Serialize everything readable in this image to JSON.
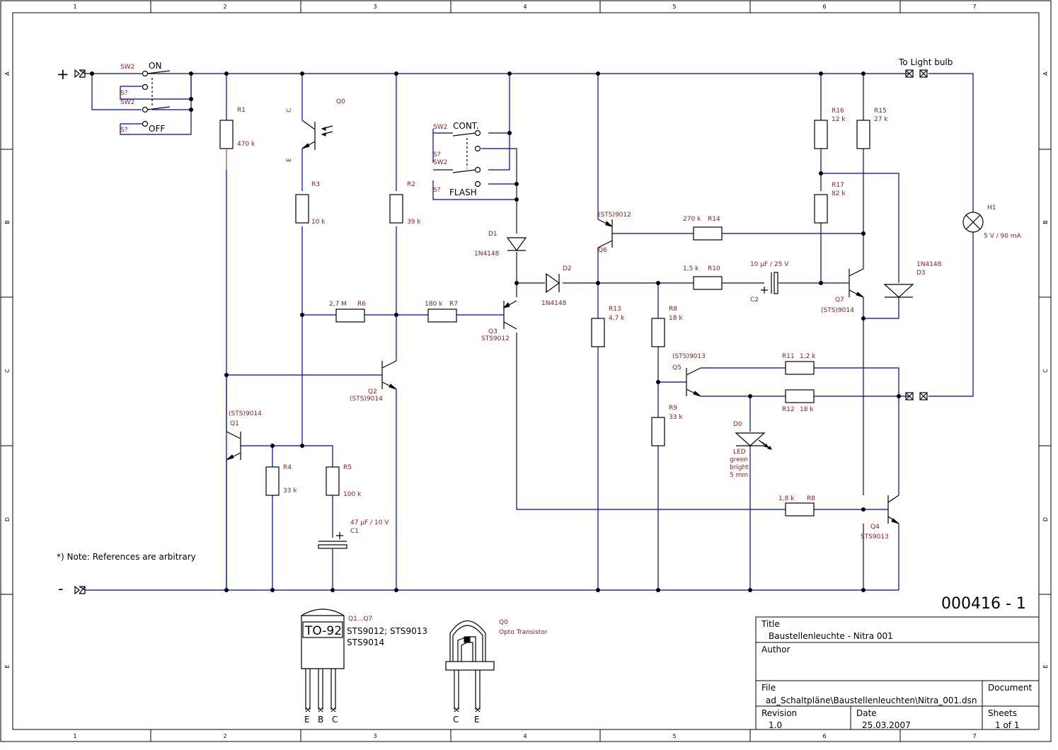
{
  "title_block": {
    "drawing_number": "000416 - 1",
    "title_label": "Title",
    "title_value": "Baustellenleuchte - Nitra 001",
    "author_label": "Author",
    "file_label": "File",
    "file_value": "ad_Schaltpläne\\Baustellenleuchten\\Nitra_001.dsn",
    "document_label": "Document",
    "revision_label": "Revision",
    "revision_value": "1.0",
    "date_label": "Date",
    "date_value": "25.03.2007",
    "sheets_label": "Sheets",
    "sheets_value": "1 of 1"
  },
  "zones": {
    "columns": [
      "1",
      "2",
      "3",
      "4",
      "5",
      "6",
      "7"
    ],
    "rows": [
      "A",
      "B",
      "C",
      "D",
      "E"
    ]
  },
  "terminals": {
    "plus": "+",
    "minus": "-",
    "light_bulb": "To Light bulb"
  },
  "note": "*) Note: References are arbitrary",
  "switches": {
    "sw2_ref": "SW2",
    "unknown_ref": "S?",
    "on": "ON",
    "off": "OFF",
    "cont": "CONT.",
    "flash": "FLASH"
  },
  "resistors": [
    {
      "ref": "R1",
      "value": "470 k"
    },
    {
      "ref": "R2",
      "value": "39 k"
    },
    {
      "ref": "R3",
      "value": "10 k"
    },
    {
      "ref": "R4",
      "value": "33 k"
    },
    {
      "ref": "R5",
      "value": "100 k"
    },
    {
      "ref": "R6",
      "value": "2,7 M"
    },
    {
      "ref": "R7",
      "value": "180 k"
    },
    {
      "ref": "R8",
      "value": "18 k"
    },
    {
      "ref": "R8",
      "value": "1,8 k"
    },
    {
      "ref": "R9",
      "value": "33 k"
    },
    {
      "ref": "R10",
      "value": "1,5 k"
    },
    {
      "ref": "R11",
      "value": "1,2 k"
    },
    {
      "ref": "R12",
      "value": "18 k"
    },
    {
      "ref": "R13",
      "value": "4,7 k"
    },
    {
      "ref": "R14",
      "value": "270 k"
    },
    {
      "ref": "R15",
      "value": "27 k"
    },
    {
      "ref": "R16",
      "value": "12 k"
    },
    {
      "ref": "R17",
      "value": "82 k"
    }
  ],
  "capacitors": [
    {
      "ref": "C1",
      "value": "47 µF / 10 V"
    },
    {
      "ref": "C2",
      "value": "10 µF / 25 V"
    }
  ],
  "diodes": [
    {
      "ref": "D1",
      "value": "1N4148"
    },
    {
      "ref": "D2",
      "value": "1N4148"
    },
    {
      "ref": "D3",
      "value": "1N4148"
    },
    {
      "ref": "D0",
      "value": "LED",
      "extra": [
        "green",
        "bright",
        "5 mm"
      ]
    }
  ],
  "transistors": [
    {
      "ref": "Q0",
      "pin_c": "C",
      "pin_e": "E"
    },
    {
      "ref": "Q1",
      "value": "(STS)9014"
    },
    {
      "ref": "Q2",
      "value": "(STS)9014"
    },
    {
      "ref": "Q3",
      "value": "STS9012"
    },
    {
      "ref": "Q4",
      "value": "STS9013"
    },
    {
      "ref": "Q5",
      "value": "(STS)9013"
    },
    {
      "ref": "Q6",
      "value": "(STS)9012"
    },
    {
      "ref": "Q7",
      "value": "(STS)9014"
    }
  ],
  "lamp": {
    "ref": "H1",
    "value": "5 V / 90 mA"
  },
  "packages": {
    "to92_label": "TO-92",
    "to92_refs": "Q1...Q7",
    "to92_types_1": "STS9012; STS9013",
    "to92_types_2": "STS9014",
    "to92_pins": [
      "E",
      "B",
      "C"
    ],
    "opto_ref": "Q0",
    "opto_label": "Opto Transistor",
    "opto_pins": [
      "C",
      "E"
    ]
  }
}
